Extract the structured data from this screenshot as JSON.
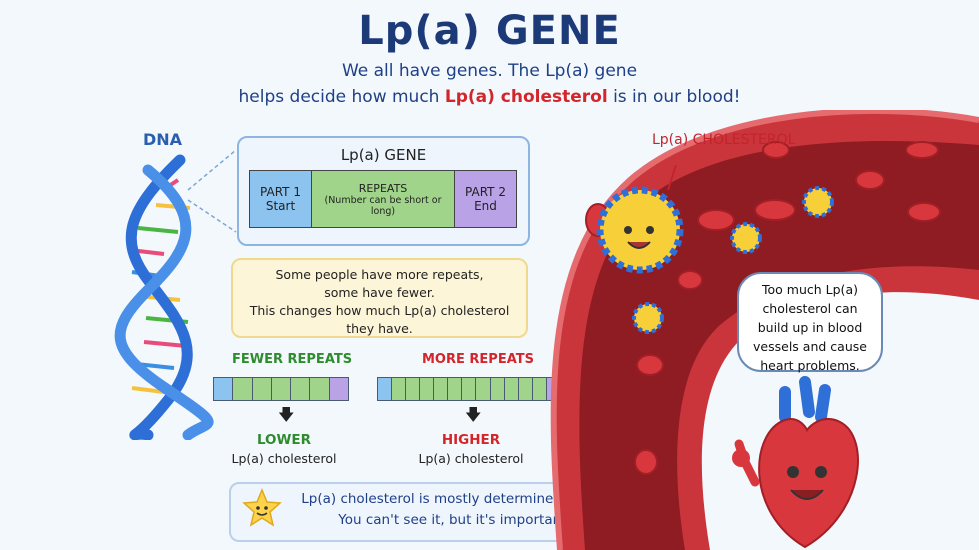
{
  "header": {
    "title": "Lp(a) GENE",
    "subtitle_line1": "We all have genes. The Lp(a) gene",
    "subtitle_line2_pre": "helps decide how much ",
    "subtitle_line2_highlight": "Lp(a) cholesterol",
    "subtitle_line2_post": " is in our blood!"
  },
  "dna": {
    "label": "DNA"
  },
  "gene": {
    "title": "Lp(a)  GENE",
    "parts": [
      {
        "name": "PART 1",
        "sub": "Start"
      },
      {
        "name": "REPEATS",
        "sub": "(Number can be short or long)"
      },
      {
        "name": "PART 2",
        "sub": "End"
      }
    ]
  },
  "note": {
    "lines": [
      "Some people have more repeats,",
      "some have fewer.",
      "This changes how much Lp(a) cholesterol",
      "they have."
    ]
  },
  "comparison": {
    "fewer": {
      "title": "FEWER REPEATS",
      "result": "LOWER",
      "result_sub": "Lp(a) cholesterol",
      "repeat_count": 5
    },
    "more": {
      "title": "MORE REPEATS",
      "result": "HIGHER",
      "result_sub": "Lp(a) cholesterol",
      "repeat_count": 11
    }
  },
  "bottom": {
    "line1": "Lp(a) cholesterol is mostly determined by your genes.",
    "line2": "You can't see it, but it's important to know!"
  },
  "vessel": {
    "label": "Lp(a) CHOLESTEROL"
  },
  "heart": {
    "bubble_lines": [
      "Too much Lp(a)",
      "cholesterol can",
      "build up in blood",
      "vessels and cause",
      "heart problems."
    ]
  },
  "colors": {
    "title": "#1d3a78",
    "highlight": "#d2262b",
    "fewer": "#2e8b2e",
    "more": "#d2262b",
    "part1": "#8cc3ef",
    "repeats": "#9fd48a",
    "part2": "#b9a2e6"
  }
}
